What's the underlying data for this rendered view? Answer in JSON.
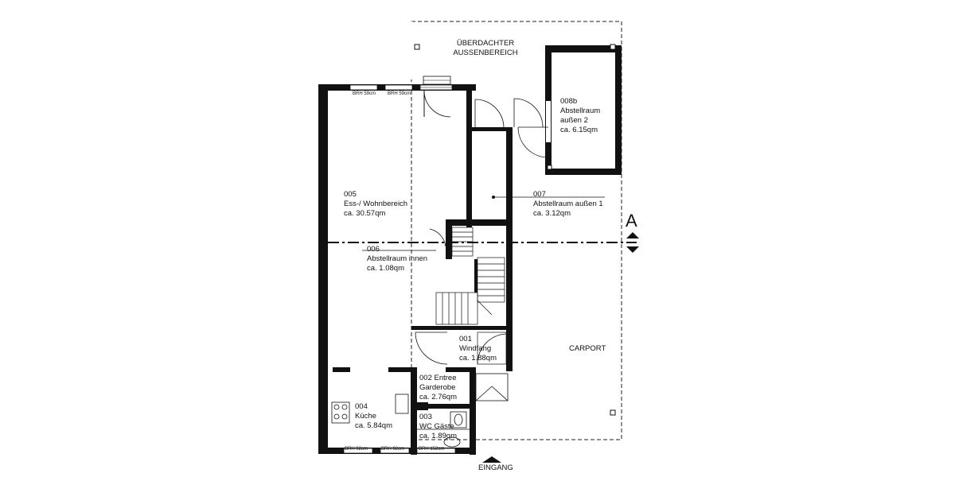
{
  "rooms": {
    "r005": {
      "number": "005",
      "name": "Ess-/ Wohnbereich",
      "area": "ca. 30.57qm"
    },
    "r006": {
      "number": "006",
      "name": "Abstellraum innen",
      "area": "ca. 1.08qm"
    },
    "r007": {
      "number": "007",
      "name": "Abstellraum außen 1",
      "area": "ca. 3.12qm"
    },
    "r008b": {
      "number": "008b",
      "name": "Abstellraum",
      "name2": "außen 2",
      "area": "ca. 6.15qm"
    },
    "r001": {
      "number": "001",
      "name": "Windfang",
      "area": "ca. 1.88qm"
    },
    "r002": {
      "number": "002 Entree",
      "name": "Garderobe",
      "area": "ca. 2.76qm"
    },
    "r003": {
      "number": "003",
      "name": "WC Gäste",
      "area": "ca. 1.89qm"
    },
    "r004": {
      "number": "004",
      "name": "Küche",
      "area": "ca. 5.84qm"
    }
  },
  "outdoor": {
    "covered_line1": "ÜBERDACHTER",
    "covered_line2": "AUSSENBEREICH",
    "carport": "CARPORT",
    "entrance": "EINGANG"
  },
  "sill_heights": {
    "top_left": "BRH 59cm",
    "top_right": "BRH 59cm",
    "bottom_left": "BRH 92cm",
    "bottom_mid": "BRH 92cm",
    "bottom_right": "BRH 152cm"
  },
  "section_marker": "A"
}
